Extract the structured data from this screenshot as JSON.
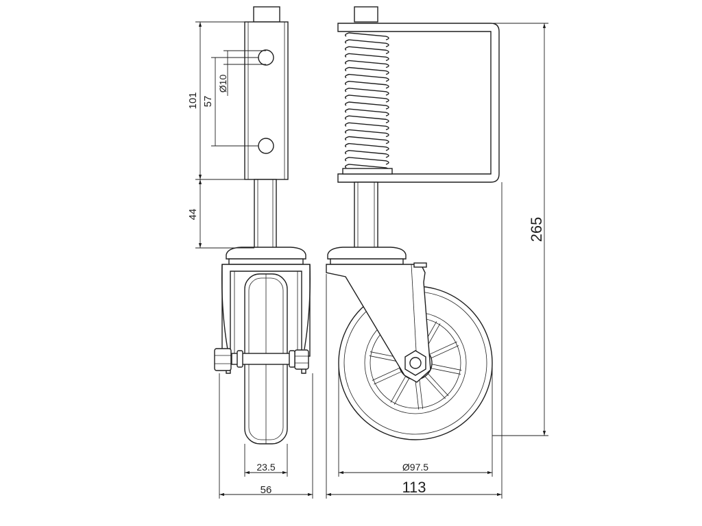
{
  "dimensions": {
    "overall_height": "265",
    "plate_height": "101",
    "hole_spacing": "57",
    "hole_diameter": "Ø10",
    "stem_length": "44",
    "wheel_width": "23.5",
    "bracket_width": "56",
    "wheel_diameter": "Ø97.5",
    "overall_width": "113"
  },
  "colors": {
    "line": "#1e1e1e",
    "background": "#ffffff"
  }
}
